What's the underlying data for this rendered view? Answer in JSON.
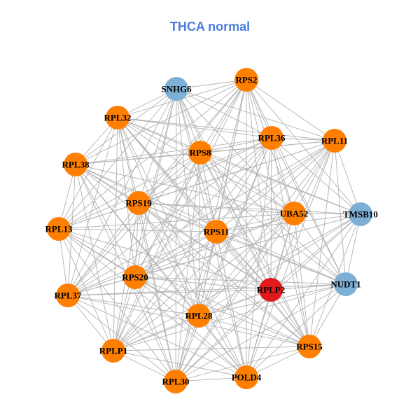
{
  "title": "THCA normal",
  "colors": {
    "title": "#4a7de0",
    "edge": "#b3b3b3",
    "node_types": {
      "orange": "#ff7f00",
      "blue": "#7eb0d5",
      "red": "#e31a1c"
    }
  },
  "nodes": [
    {
      "id": "SNHG6",
      "type": "blue"
    },
    {
      "id": "RPS2",
      "type": "orange"
    },
    {
      "id": "RPL32",
      "type": "orange"
    },
    {
      "id": "RPL36",
      "type": "orange"
    },
    {
      "id": "RPL11",
      "type": "orange"
    },
    {
      "id": "RPS8",
      "type": "orange"
    },
    {
      "id": "RPL38",
      "type": "orange"
    },
    {
      "id": "RPS19",
      "type": "orange"
    },
    {
      "id": "UBA52",
      "type": "orange"
    },
    {
      "id": "TMSB10",
      "type": "blue"
    },
    {
      "id": "RPL13",
      "type": "orange"
    },
    {
      "id": "RPS11",
      "type": "orange"
    },
    {
      "id": "RPS20",
      "type": "orange"
    },
    {
      "id": "NUDT1",
      "type": "blue"
    },
    {
      "id": "RPLP2",
      "type": "red"
    },
    {
      "id": "RPL37",
      "type": "orange"
    },
    {
      "id": "RPL28",
      "type": "orange"
    },
    {
      "id": "RPS15",
      "type": "orange"
    },
    {
      "id": "RPLP1",
      "type": "orange"
    },
    {
      "id": "POLD4",
      "type": "orange"
    },
    {
      "id": "RPL30",
      "type": "orange"
    }
  ]
}
